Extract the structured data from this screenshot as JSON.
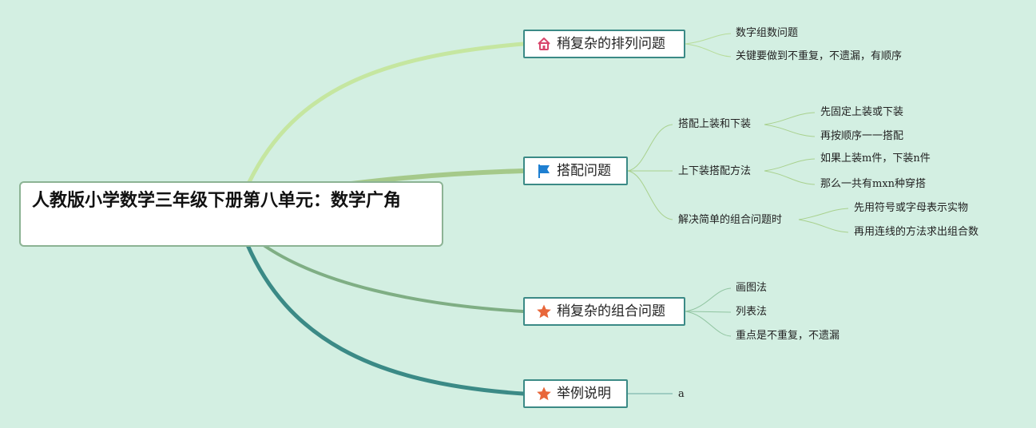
{
  "central": {
    "title": "人教版小学数学三年级下册第八单元：数学广角"
  },
  "branches": [
    {
      "label": "稍复杂的排列问题",
      "icon": "home-icon",
      "children": [
        {
          "label": "数字组数问题"
        },
        {
          "label": "关键要做到不重复，不遗漏，有顺序"
        }
      ]
    },
    {
      "label": "搭配问题",
      "icon": "flag-icon",
      "children": [
        {
          "label": "搭配上装和下装",
          "children": [
            "先固定上装或下装",
            "再按顺序一一搭配"
          ]
        },
        {
          "label": "上下装搭配方法",
          "children": [
            "如果上装m件，下装n件",
            "那么一共有mxn种穿搭"
          ]
        },
        {
          "label": "解决简单的组合问题时",
          "children": [
            "先用符号或字母表示实物",
            "再用连线的方法求出组合数"
          ]
        }
      ]
    },
    {
      "label": "稍复杂的组合问题",
      "icon": "star-icon",
      "children": [
        {
          "label": "画图法"
        },
        {
          "label": "列表法"
        },
        {
          "label": "重点是不重复，不遗漏"
        }
      ]
    },
    {
      "label": "举例说明",
      "icon": "star-icon",
      "children": [
        {
          "label": "a"
        }
      ]
    }
  ],
  "colors": {
    "background": "#d3efe2",
    "branch1": "#c5e6a0",
    "branch2": "#a5c98a",
    "branch3": "#7fae84",
    "branch4": "#3b8a86",
    "home": "#d8456b",
    "flag": "#1e7fd1",
    "star": "#e8663a"
  }
}
